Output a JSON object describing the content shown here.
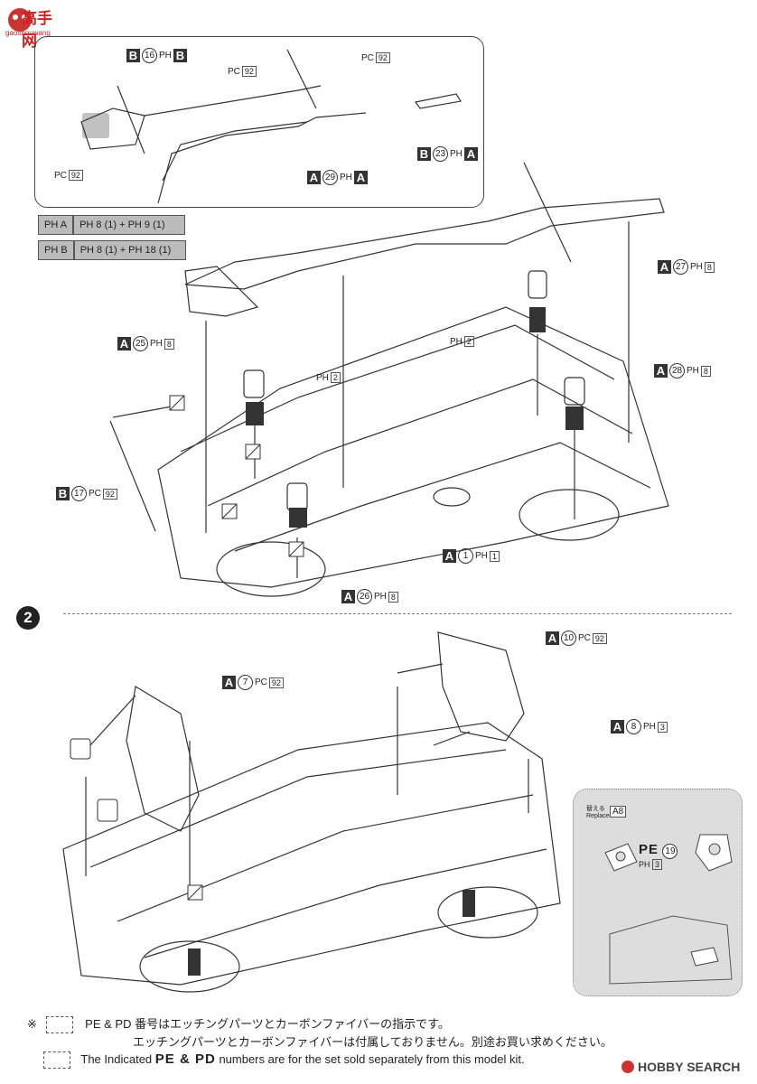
{
  "logo": {
    "top": "高手网",
    "sub": "gaoshouwang"
  },
  "inset": {
    "b16": {
      "letter": "B",
      "num": "16",
      "code": "PH",
      "ref": "B"
    },
    "pc92_top": {
      "code": "PC",
      "ref": "92"
    },
    "pc92_right": {
      "code": "PC",
      "ref": "92"
    },
    "pc92_left": {
      "code": "PC",
      "ref": "92"
    },
    "b23": {
      "letter": "B",
      "num": "23",
      "code": "PH",
      "ref": "A"
    },
    "a29": {
      "letter": "A",
      "num": "29",
      "code": "PH",
      "ref": "A"
    }
  },
  "legend": [
    {
      "key": "PH A",
      "value": "PH 8 (1) + PH 9 (1)"
    },
    {
      "key": "PH B",
      "value": "PH 8 (1) + PH 18 (1)"
    }
  ],
  "step1": {
    "a27": {
      "letter": "A",
      "num": "27",
      "code": "PH",
      "ref": "8"
    },
    "ph2_right": {
      "code": "PH",
      "ref": "2"
    },
    "a25": {
      "letter": "A",
      "num": "25",
      "code": "PH",
      "ref": "8"
    },
    "ph2_mid": {
      "code": "PH",
      "ref": "2"
    },
    "a28": {
      "letter": "A",
      "num": "28",
      "code": "PH",
      "ref": "8"
    },
    "b17": {
      "letter": "B",
      "num": "17",
      "code": "PC",
      "ref": "92"
    },
    "a1": {
      "letter": "A",
      "num": "1",
      "code": "PH",
      "ref": "1"
    },
    "a26": {
      "letter": "A",
      "num": "26",
      "code": "PH",
      "ref": "8"
    }
  },
  "step2": {
    "number": "2",
    "a10": {
      "letter": "A",
      "num": "10",
      "code": "PC",
      "ref": "92"
    },
    "a7": {
      "letter": "A",
      "num": "7",
      "code": "PC",
      "ref": "92"
    },
    "a8": {
      "letter": "A",
      "num": "8",
      "code": "PH",
      "ref": "3"
    },
    "replace": {
      "label": "替える\nReplace",
      "part": "A8",
      "pe": "PE",
      "pe_num": "19",
      "ph": "PH",
      "ph_ref": "3"
    }
  },
  "footer": {
    "mark": "※",
    "line1": "PE & PD 番号はエッチングパーツとカーボンファイバーの指示です。",
    "line2": "エッチングパーツとカーボンファイバーは付属しておりません。別途お買い求めください。",
    "line3_pre": "The Indicated",
    "line3_pe": "PE & PD",
    "line3_post": "numbers are for the set sold separately from this model kit.",
    "brand": "HOBBY SEARCH"
  }
}
